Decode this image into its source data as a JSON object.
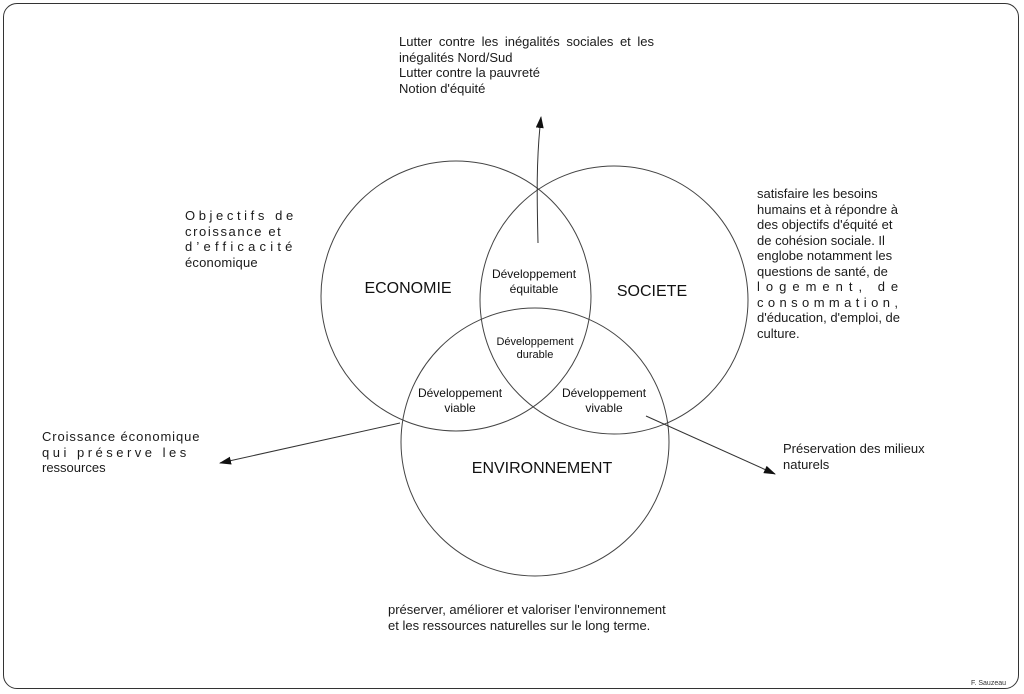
{
  "circles": {
    "economie": "ECONOMIE",
    "societe": "SOCIETE",
    "environnement": "ENVIRONNEMENT"
  },
  "intersections": {
    "equitable": [
      "Développement",
      "équitable"
    ],
    "durable": [
      "Développement",
      "durable"
    ],
    "viable": [
      "Développement",
      "viable"
    ],
    "vivable": [
      "Développement",
      "vivable"
    ]
  },
  "descriptions": {
    "economie": [
      "Objectifs de",
      "croissance et",
      "d’efficacité",
      "économique"
    ],
    "societe": [
      "satisfaire les besoins",
      "humains et à répondre à",
      "des objectifs d'équité et",
      "de cohésion sociale. Il",
      "englobe notamment les",
      "questions de santé, de",
      "logement, de",
      "consommation,",
      "d'éducation, d'emploi, de",
      "culture."
    ],
    "equitable": [
      "Lutter contre les inégalités sociales et les",
      "inégalités Nord/Sud",
      "Lutter contre la pauvreté",
      "Notion d'équité"
    ],
    "viable": [
      "Croissance économique",
      "qui préserve les",
      "ressources"
    ],
    "vivable": [
      "Préservation des milieux",
      "naturels"
    ],
    "environnement": [
      "préserver, améliorer et valoriser l'environnement",
      "et les ressources naturelles sur le long terme."
    ]
  },
  "credit": "F. Sauzeau"
}
